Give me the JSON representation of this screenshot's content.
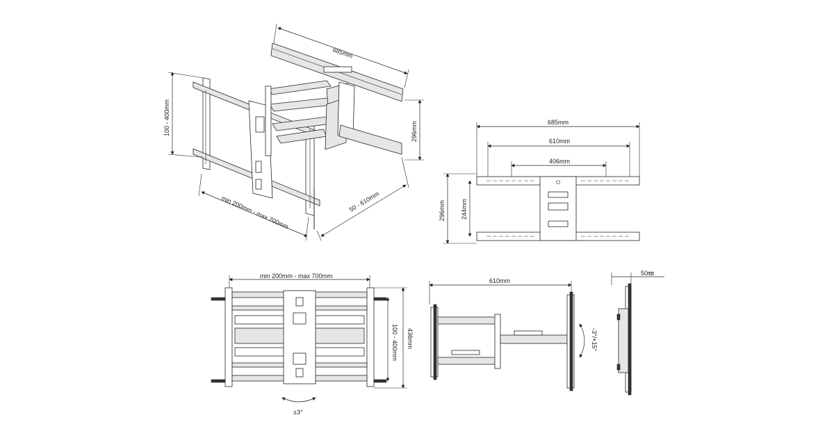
{
  "diagram": {
    "iso_view": {
      "dim_arm_width": "685mm",
      "dim_plate_height": "296mm",
      "dim_vesa_vertical": "100 - 400mm",
      "dim_vesa_horizontal": "min 200mm - max 700mm",
      "dim_extension": "50 - 610mm"
    },
    "front_view": {
      "dim_total_width": "685mm",
      "dim_mid_width": "610mm",
      "dim_inner_width": "406mm",
      "dim_plate_height": "296mm",
      "dim_hole_spacing": "244mm"
    },
    "rear_view": {
      "dim_vesa_horizontal": "min 200mm - max 700mm",
      "dim_vesa_vertical": "100 - 400mm",
      "dim_total_height": "436mm",
      "rotation": "±3°"
    },
    "side_view": {
      "dim_extension": "610mm",
      "tilt": "-3°/+15°"
    },
    "profile_view": {
      "dim_depth": "50㎜"
    }
  }
}
